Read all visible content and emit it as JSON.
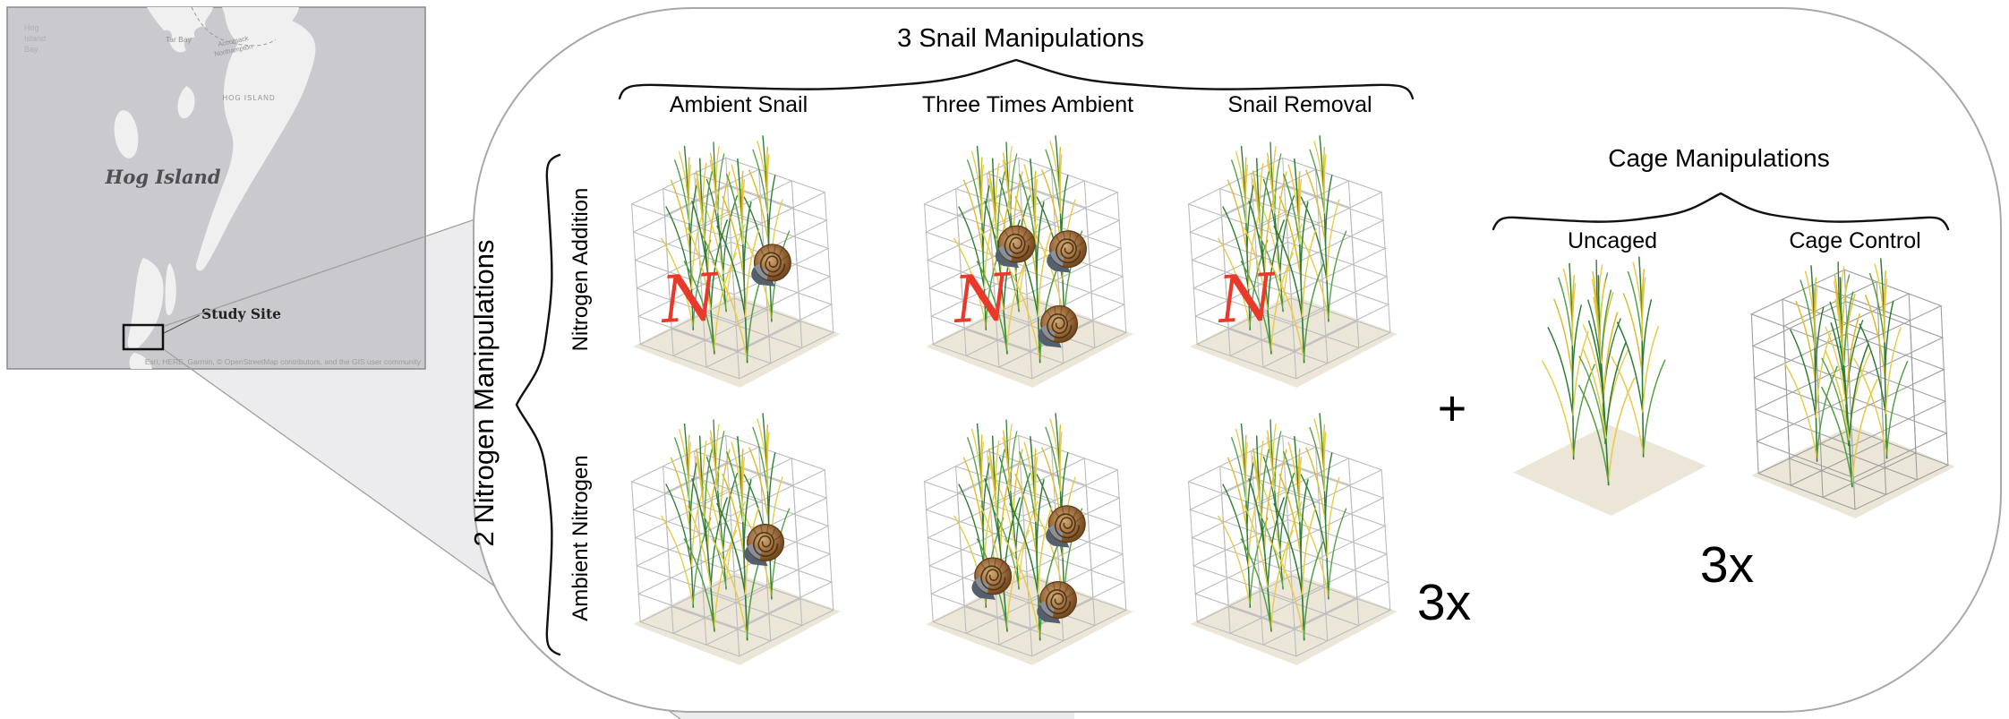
{
  "map": {
    "bay_line1": "Hog",
    "bay_line2": "Island",
    "bay_line3": "Bay",
    "tar_bay": "Tar Bay",
    "county_top": "Accomack",
    "county_bottom": "Northampton",
    "island_small_caps": "HOG ISLAND",
    "island_big": "Hog Island",
    "study_site": "Study Site",
    "attribution": "Esri, HERE, Garmin, © OpenStreetMap contributors, and the GIS user community",
    "water_color": "#c9c9ce",
    "land_color": "#f1f0f1"
  },
  "experiment": {
    "snail_title": "3 Snail Manipulations",
    "nitrogen_title": "2 Nitrogen Manipulations",
    "columns": [
      {
        "label": "Ambient Snail",
        "snails": 1
      },
      {
        "label": "Three Times Ambient",
        "snails": 3
      },
      {
        "label": "Snail Removal",
        "snails": 0
      }
    ],
    "rows": [
      {
        "label": "Nitrogen Addition",
        "nitrogen": true
      },
      {
        "label": "Ambient Nitrogen",
        "nitrogen": false
      }
    ],
    "nitrogen_symbol": "N",
    "replicates_grid": "3x",
    "plus": "+",
    "cage_title": "Cage Manipulations",
    "cage_items": [
      {
        "label": "Uncaged",
        "caged": false
      },
      {
        "label": "Cage Control",
        "caged": true
      }
    ],
    "replicates_cage": "3x",
    "colors": {
      "nitrogen_red": "#e8392b",
      "grass_green_dark": "#2e7d32",
      "grass_green_light": "#55a047",
      "grass_yellow": "#e7cb49",
      "grass_yellow_dark": "#ddbb2e",
      "floor_tan": "#ece6d8",
      "cage_line": "#bcbcbc",
      "cage_line_dark": "#9e9e9e",
      "snail_brown": "#8a5a2c"
    }
  }
}
